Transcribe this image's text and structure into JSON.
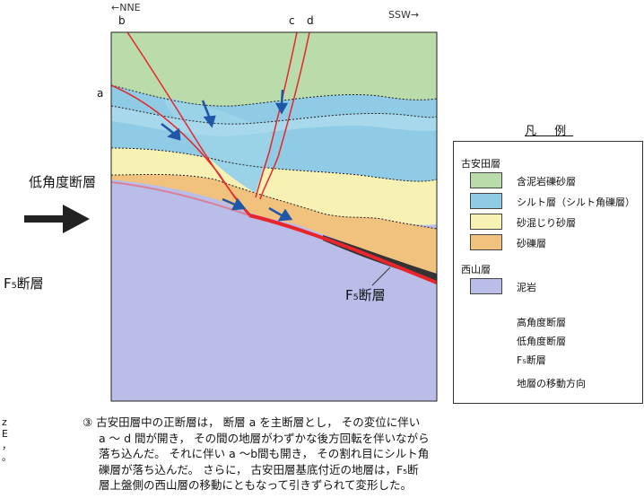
{
  "direction": {
    "left": "←NNE",
    "right": "SSW→"
  },
  "fault_letters": [
    "b",
    "c",
    "d",
    "a"
  ],
  "side_labels": {
    "low_angle": "低角度断層",
    "f5_left": "F₅断層",
    "f5_inner": "F₅断層"
  },
  "left_edge_fragments": [
    "z",
    "E",
    "，",
    "。"
  ],
  "legend": {
    "title": "凡 例",
    "group1": "古安田層",
    "items1": [
      {
        "label": "含泥岩礫砂層",
        "color": "#b9dcaa"
      },
      {
        "label": "シルト層（シルト角礫層）",
        "color": "#8fcbe4"
      },
      {
        "label": "砂混じり砂層",
        "color": "#f7f1b4"
      },
      {
        "label": "砂礫層",
        "color": "#f0c27e"
      }
    ],
    "group2": "西山層",
    "items2": [
      {
        "label": "泥岩",
        "color": "#b9bde8"
      }
    ],
    "lines": [
      {
        "label": "高角度断層",
        "color": "#e8252a"
      },
      {
        "label": "低角度断層",
        "color": "#d8809a"
      },
      {
        "label": "F₅断層",
        "color": "#e8252a"
      },
      {
        "label": "地層の移動方向",
        "color": "#1f56a8"
      }
    ]
  },
  "note": {
    "number": "③",
    "lines": [
      "③ 古安田層中の正断層は， 断層 a を主断層とし， その変位に伴い",
      "a ～ d 間が開き， その間の地層がわずかな後方回転を伴いながら",
      "落ち込んだ。 それに伴い a ～b間も開き， その割れ目にシルト角",
      "礫層が落ち込んだ。 さらに， 古安田層基底付近の地層は，F₅断",
      "層上盤側の西山層の移動にともなって引きずられて変形した。"
    ]
  }
}
